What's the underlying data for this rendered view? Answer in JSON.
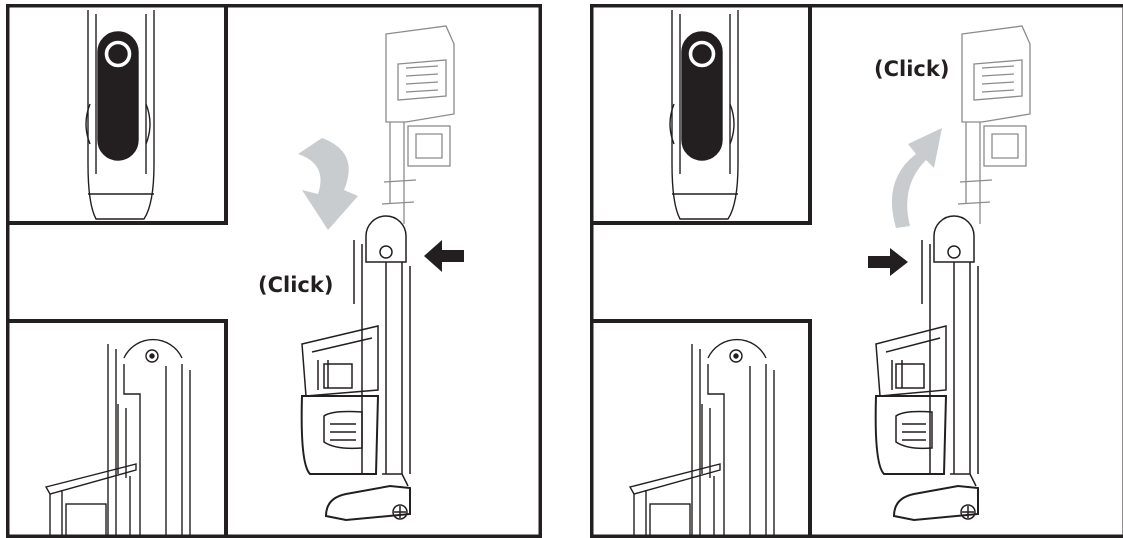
{
  "panels": [
    {
      "id": "fold-down",
      "click_label": "(Click)",
      "arrow_direction": "down"
    },
    {
      "id": "fold-up",
      "click_label": "(Click)",
      "arrow_direction": "up"
    }
  ],
  "colors": {
    "line": "#231f20",
    "curved_arrow": "#c8ccce",
    "ghost": "#8c8c8c"
  }
}
